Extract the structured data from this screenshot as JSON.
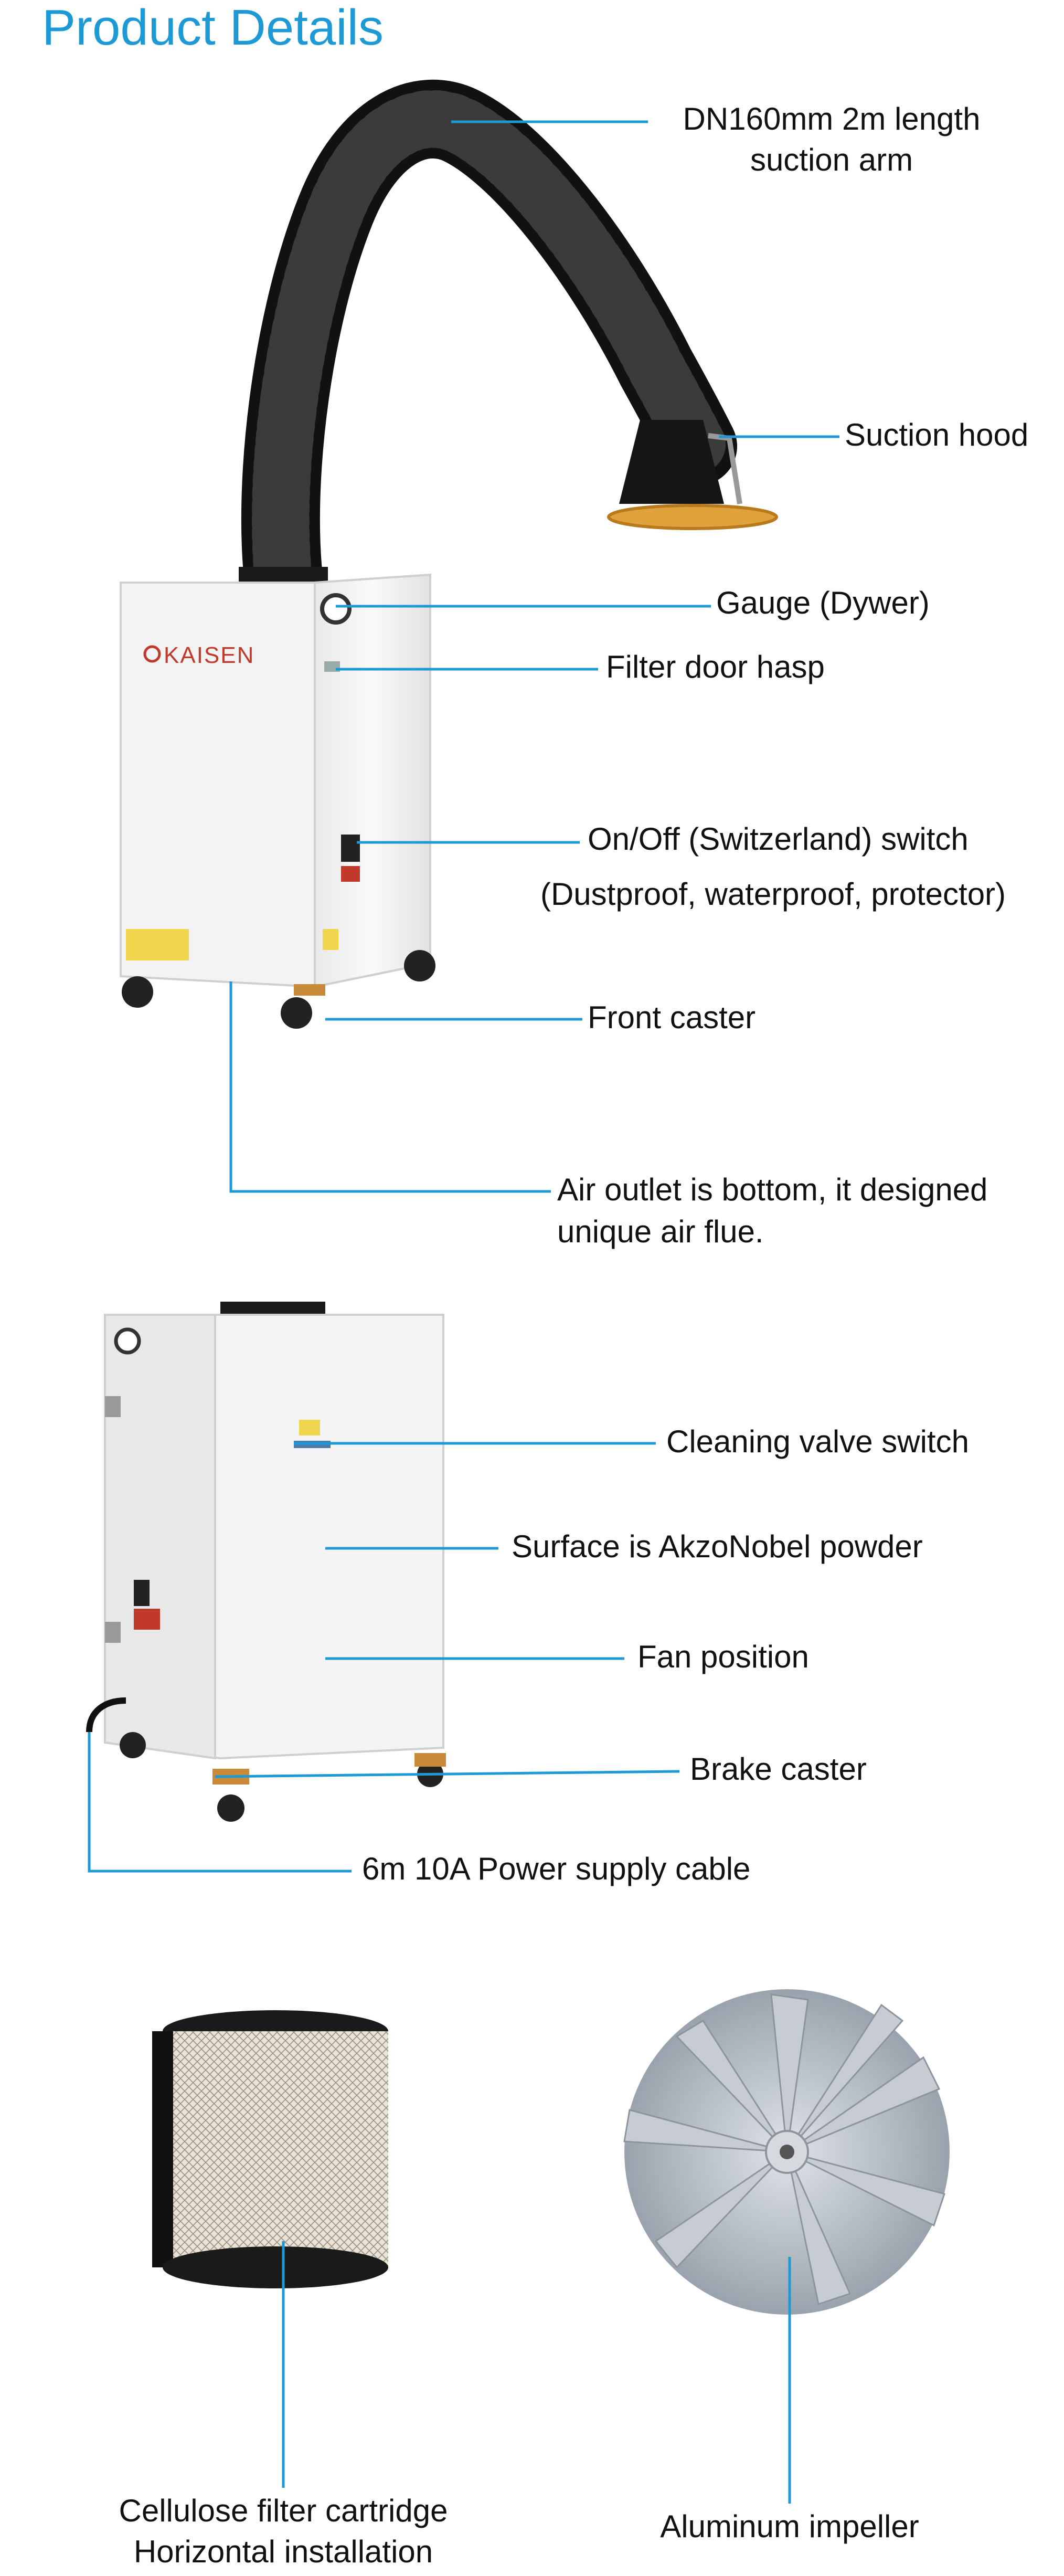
{
  "page": {
    "title": "Product Details"
  },
  "brand": {
    "logo_text": "KAISEN"
  },
  "section1": {
    "labels": {
      "suction_arm_line1": "DN160mm 2m length",
      "suction_arm_line2": "suction arm",
      "suction_hood": "Suction hood",
      "gauge": "Gauge (Dywer)",
      "filter_door": "Filter door hasp",
      "switch_line1": "On/Off (Switzerland) switch",
      "switch_line2": "(Dustproof, waterproof, protector)",
      "front_caster": "Front caster",
      "air_outlet_line1": "Air outlet is bottom, it designed",
      "air_outlet_line2": "unique air flue."
    }
  },
  "section2": {
    "labels": {
      "cleaning_valve": "Cleaning valve switch",
      "surface": "Surface is AkzoNobel powder",
      "fan": "Fan position",
      "brake_caster": "Brake caster",
      "power_cable": "6m 10A Power supply cable"
    }
  },
  "section3": {
    "filter_line1": "Cellulose filter cartridge",
    "filter_line2": "Horizontal installation",
    "impeller": "Aluminum impeller"
  },
  "colors": {
    "accent_blue": "#1d9ad6",
    "leader_line": "#1d9ad6",
    "cabinet": "#f4f4f4",
    "hose": "#1a1a1a"
  }
}
